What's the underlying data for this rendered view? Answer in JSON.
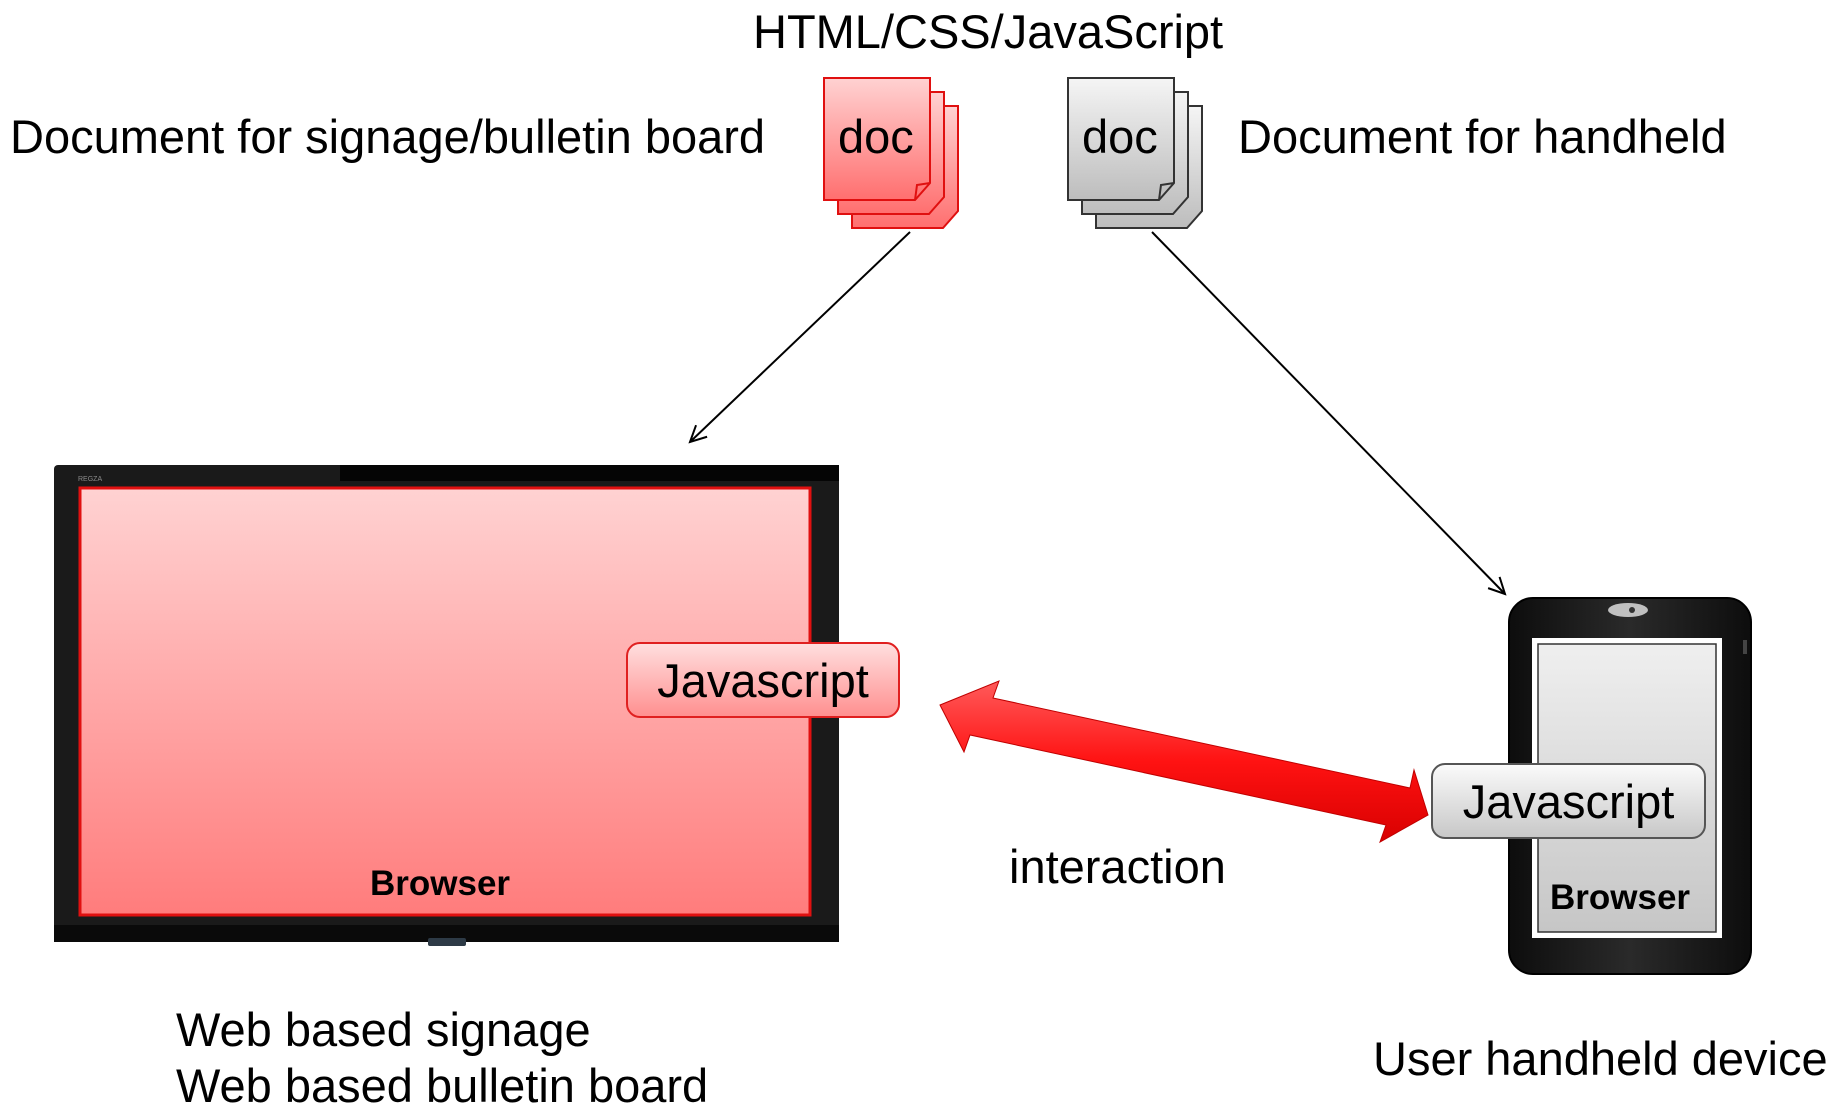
{
  "header": {
    "title": "HTML/CSS/JavaScript"
  },
  "documents": {
    "signage": {
      "label": "Document for signage/bulletin board",
      "icon_text": "doc",
      "icon": "stacked-documents-icon",
      "color": "#ff6f6f"
    },
    "handheld": {
      "label": "Document for handheld",
      "icon_text": "doc",
      "icon": "stacked-documents-icon",
      "color": "#d6d6d6"
    }
  },
  "signage_display": {
    "icon": "tv-monitor-icon",
    "brand_text": "REGZA",
    "script_label": "Javascript",
    "browser_label": "Browser",
    "caption_line1": "Web based signage",
    "caption_line2": "Web based bulletin board",
    "screen_color": "#ff7c7c"
  },
  "handheld_device": {
    "icon": "tablet-icon",
    "script_label": "Javascript",
    "browser_label": "Browser",
    "caption": "User handheld device",
    "screen_color": "#d8d8d8"
  },
  "interaction": {
    "label": "interaction",
    "icon": "double-headed-arrow-icon",
    "color": "#ff1a1a"
  }
}
